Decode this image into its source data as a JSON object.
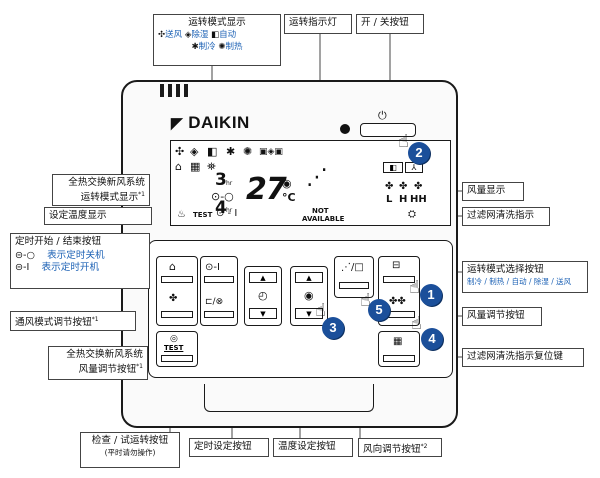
{
  "brand": {
    "logo_text": "DAIKIN"
  },
  "callouts": {
    "mode_display": {
      "title": "运转模式显示",
      "fan": "送风",
      "dry": "除湿",
      "auto": "自动",
      "cool": "制冷",
      "heat": "制热"
    },
    "run_light": "运转指示灯",
    "onoff_button": "开 / 关按钮",
    "heat_exchange_mode": {
      "line1": "全热交换新风系统",
      "line2": "运转模式显示",
      "note": "*1"
    },
    "set_temp_display": "设定温度显示",
    "timer_start_end": {
      "title": "定时开始 / 结束按钮",
      "off_symbol": "⊝-○",
      "off_label": "表示定时关机",
      "on_symbol": "⊝-I",
      "on_label": "表示定时开机"
    },
    "vent_mode_button": {
      "label": "通风模式调节按钮",
      "note": "*1"
    },
    "heat_exchange_fan": {
      "line1": "全热交换新风系统",
      "line2": "风量调节按钮",
      "note": "*1"
    },
    "fan_display": "风量显示",
    "filter_indicator": "过滤网清洗指示",
    "mode_select_button": {
      "label": "运转模式选择按钮",
      "sub": "制冷 / 制热 / 自动 / 除湿 / 送风"
    },
    "fan_speed_button": "风量调节按钮",
    "filter_reset_button": "过滤网清洗指示复位键",
    "check_test_button": {
      "label": "检查 / 试运转按钮",
      "sub": "(平时请勿操作)"
    },
    "timer_set_button": "定时设定按钮",
    "temp_set_button": "温度设定按钮",
    "airflow_dir_button": {
      "label": "风向调节按钮",
      "note": "*2"
    }
  },
  "lcd": {
    "temperature": "27",
    "unit": "°C",
    "timer_hr_top": "3",
    "timer_hr_bottom": "4",
    "hr": "hr",
    "test": "TEST",
    "not_available_1": "NOT",
    "not_available_2": "AVAILABLE",
    "fan_l": "L",
    "fan_h": "H",
    "fan_hh": "HH"
  },
  "keys": {
    "test_label": "TEST"
  },
  "badges": [
    "1",
    "2",
    "3",
    "4",
    "5"
  ],
  "colors": {
    "badge": "#1b4f9a",
    "label_blue": "#1d62b5",
    "outline": "#1a1a1a"
  }
}
